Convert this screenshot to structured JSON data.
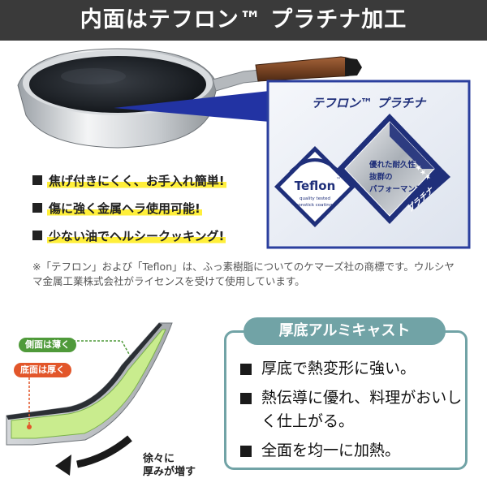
{
  "header": {
    "title": "内面はテフロン™ プラチナ加工"
  },
  "teflon_panel": {
    "heading": "テフロン™ プラチナ",
    "logo_word": "Teflon",
    "logo_tm": "™",
    "logo_sub1": "quality tested",
    "logo_sub2": "nonstick coatings",
    "spec_line1": "優れた耐久性",
    "spec_line2": "抜群の",
    "spec_line3": "パフォーマンス",
    "ribbon_text": "プラチナ",
    "stars": "★★★★★",
    "colors": {
      "navy": "#1f2f7a",
      "border": "#2b3f9e"
    }
  },
  "features": [
    "焦げ付きにくく、お手入れ簡単!",
    "傷に強く金属ヘラ使用可能!",
    "少ない油でヘルシークッキング!"
  ],
  "note": "※「テフロン」および「Teflon」は、ふっ素樹脂についてのケマーズ社の商標です。ウルシヤマ金属工業株式会社がライセンスを受けて使用しています。",
  "cross_section": {
    "side_label": "側面は薄く",
    "bottom_label": "底面は厚く",
    "gradual_line1": "徐々に",
    "gradual_line2": "厚みが増す",
    "colors": {
      "green_tag": "#4f9a3a",
      "red_tag": "#e2562a",
      "core": "#c9ec8e"
    }
  },
  "aluminum": {
    "title": "厚底アルミキャスト",
    "accent": "#71a3a6",
    "items": [
      "厚底で熱変形に強い。",
      "熱伝導に優れ、料理がおいしく仕上がる。",
      "全面を均一に加熱。"
    ]
  }
}
